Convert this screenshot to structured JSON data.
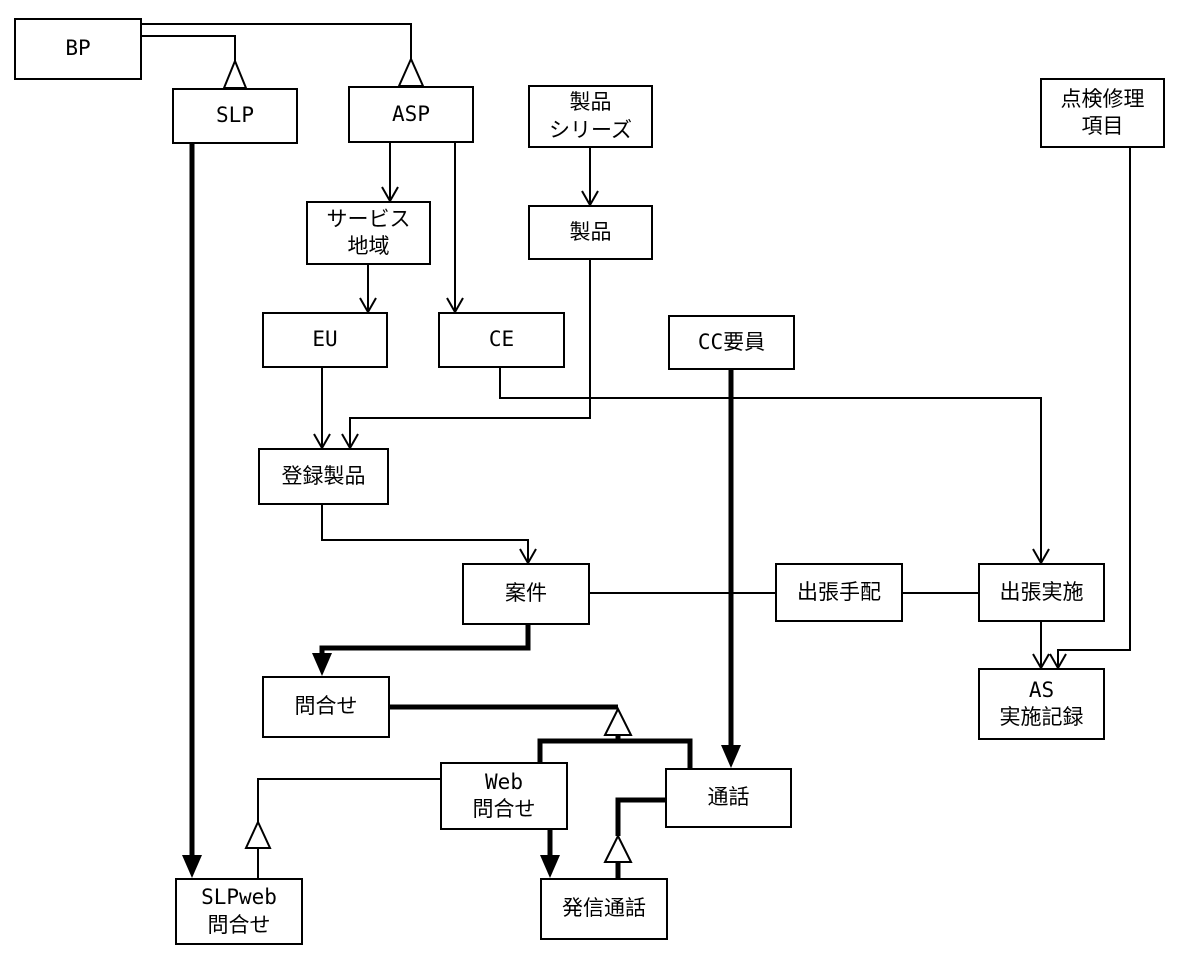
{
  "diagram": {
    "title": "entity-relationship-diagram",
    "colors": {
      "line": "#000000",
      "box_border": "#000000",
      "background": "#ffffff",
      "text": "#000000"
    },
    "nodes": {
      "bp": {
        "label": "BP"
      },
      "slp": {
        "label": "SLP"
      },
      "asp": {
        "label": "ASP"
      },
      "product_series": {
        "label": "製品\nシリーズ"
      },
      "inspection_repair_item": {
        "label": "点検修理\n項目"
      },
      "service_area": {
        "label": "サービス\n地域"
      },
      "product": {
        "label": "製品"
      },
      "eu": {
        "label": "EU"
      },
      "ce": {
        "label": "CE"
      },
      "cc_staff": {
        "label": "CC要員"
      },
      "registered_product": {
        "label": "登録製品"
      },
      "case": {
        "label": "案件"
      },
      "trip_arrangement": {
        "label": "出張手配"
      },
      "trip_execution": {
        "label": "出張実施"
      },
      "inquiry": {
        "label": "問合せ"
      },
      "as_record": {
        "label": "AS\n実施記録"
      },
      "web_inquiry": {
        "label": "Web\n問合せ"
      },
      "call": {
        "label": "通話"
      },
      "slpweb_inquiry": {
        "label": "SLPweb\n問合せ"
      },
      "outgoing_call": {
        "label": "発信通話"
      }
    },
    "edges": [
      {
        "from": "BP",
        "to": "SLP",
        "type": "generalization"
      },
      {
        "from": "BP",
        "to": "ASP",
        "type": "generalization"
      },
      {
        "from": "ASP",
        "to": "サービス地域",
        "type": "arrow"
      },
      {
        "from": "ASP",
        "to": "CE",
        "type": "arrow"
      },
      {
        "from": "製品シリーズ",
        "to": "製品",
        "type": "arrow"
      },
      {
        "from": "サービス地域",
        "to": "EU",
        "type": "arrow"
      },
      {
        "from": "EU",
        "to": "登録製品",
        "type": "arrow"
      },
      {
        "from": "製品",
        "to": "登録製品",
        "type": "arrow"
      },
      {
        "from": "CE",
        "to": "出張実施",
        "type": "arrow"
      },
      {
        "from": "登録製品",
        "to": "案件",
        "type": "arrow"
      },
      {
        "from": "案件",
        "to": "出張手配",
        "type": "line"
      },
      {
        "from": "出張手配",
        "to": "出張実施",
        "type": "line"
      },
      {
        "from": "出張実施",
        "to": "AS実施記録",
        "type": "arrow"
      },
      {
        "from": "点検修理項目",
        "to": "AS実施記録",
        "type": "arrow"
      },
      {
        "from": "案件",
        "to": "問合せ",
        "type": "thick-arrow"
      },
      {
        "from": "CC要員",
        "to": "通話",
        "type": "thick-arrow"
      },
      {
        "from": "SLP",
        "to": "SLPweb問合せ",
        "type": "thick-arrow"
      },
      {
        "from": "Web問合せ",
        "to": "発信通話",
        "type": "thick-arrow"
      },
      {
        "parent": "問合せ",
        "children": [
          "Web問合せ",
          "通話"
        ],
        "type": "generalization-thick"
      },
      {
        "parent": "通話",
        "children": [
          "発信通話"
        ],
        "type": "generalization-thick"
      },
      {
        "parent": "Web問合せ",
        "children": [
          "SLPweb問合せ"
        ],
        "type": "generalization"
      }
    ]
  }
}
